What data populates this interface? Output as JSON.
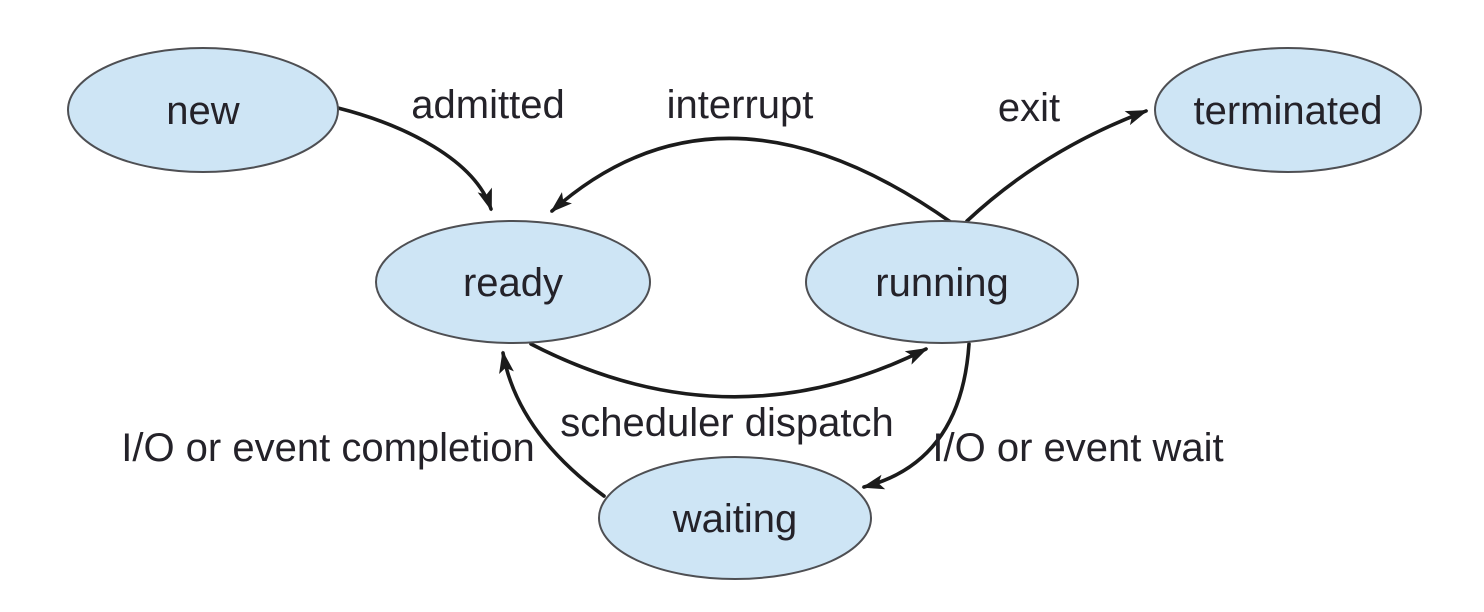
{
  "diagram": {
    "type": "state-transition-diagram",
    "states": [
      {
        "id": "new",
        "label": "new"
      },
      {
        "id": "ready",
        "label": "ready"
      },
      {
        "id": "running",
        "label": "running"
      },
      {
        "id": "waiting",
        "label": "waiting"
      },
      {
        "id": "terminated",
        "label": "terminated"
      }
    ],
    "transitions": [
      {
        "id": "admitted",
        "label": "admitted",
        "from": "new",
        "to": "ready"
      },
      {
        "id": "interrupt",
        "label": "interrupt",
        "from": "running",
        "to": "ready"
      },
      {
        "id": "exit",
        "label": "exit",
        "from": "running",
        "to": "terminated"
      },
      {
        "id": "scheduler-dispatch",
        "label": "scheduler dispatch",
        "from": "ready",
        "to": "running"
      },
      {
        "id": "io-event-wait",
        "label": "I/O or event wait",
        "from": "running",
        "to": "waiting"
      },
      {
        "id": "io-event-completion",
        "label": "I/O or event completion",
        "from": "waiting",
        "to": "ready"
      }
    ]
  },
  "colors": {
    "background": "#ffffff",
    "state-fill": "#cee5f5",
    "state-stroke": "#4e4f53",
    "arrow": "#1b1b1b",
    "text": "#242229"
  }
}
